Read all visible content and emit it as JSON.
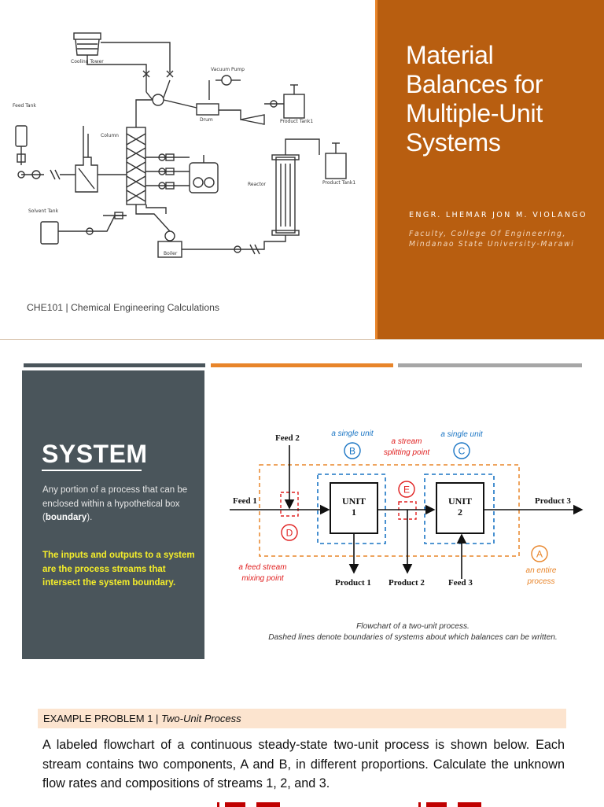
{
  "slide1": {
    "title_lines": [
      "Material",
      "Balances for",
      "Multiple-Unit",
      "Systems"
    ],
    "author": "ENGR. LHEMAR JON M. VIOLANGO",
    "affiliation_lines": [
      "Faculty, College Of Engineering,",
      "Mindanao State University-Marawi"
    ],
    "course": "CHE101 | Chemical Engineering Calculations",
    "diagram": {
      "cooling_tower": "Cooling Tower",
      "vacuum_pump": "Vacuum Pump",
      "drum": "Drum",
      "product_tank_1": "Product Tank1",
      "feed_tank": "Feed Tank",
      "column": "Column",
      "reactor": "Reactor",
      "product_tank_2": "Product Tank1",
      "solvent_tank": "Solvent Tank",
      "boiler": "Boiler"
    },
    "colors": {
      "accent": "#b85e10",
      "edge": "#e8852a"
    }
  },
  "slide2": {
    "heading": "SYSTEM",
    "definition_before": "Any portion of a process that can be enclosed within a hypothetical box (",
    "definition_bold": "boundary",
    "definition_after": ").",
    "highlight": "The inputs and outputs to a system are the process streams that intersect the system boundary.",
    "flowchart": {
      "feed1": "Feed 1",
      "feed2": "Feed 2",
      "feed3": "Feed 3",
      "unit1_line1": "UNIT",
      "unit1_line2": "1",
      "unit2_line1": "UNIT",
      "unit2_line2": "2",
      "product1": "Product 1",
      "product2": "Product 2",
      "product3": "Product 3",
      "label_a": "A",
      "label_b": "B",
      "label_c": "C",
      "label_d": "D",
      "label_e": "E",
      "single_unit_b": "a single unit",
      "single_unit_c": "a single unit",
      "split_line1": "a stream",
      "split_line2": "splitting point",
      "mix_line1": "a feed stream",
      "mix_line2": "mixing point",
      "entire_line1": "an entire",
      "entire_line2": "process"
    },
    "caption_lines": [
      "Flowchart of a two-unit process.",
      "Dashed lines denote boundaries of systems about which balances can be written."
    ],
    "colors": {
      "panel": "#4a555b",
      "highlight": "#f5ee2a",
      "blue": "#1a75c4",
      "red": "#e02020",
      "orange": "#e8852a"
    }
  },
  "slide3": {
    "label_prefix": "EXAMPLE PROBLEM 1 | ",
    "label_italic": "Two-Unit Process",
    "body": "A labeled flowchart of a continuous steady-state two-unit process is shown below. Each stream contains two components, A and B, in different proportions. Calculate the unknown flow rates and compositions of streams 1, 2, and 3.",
    "band_color": "#fce4cf"
  }
}
